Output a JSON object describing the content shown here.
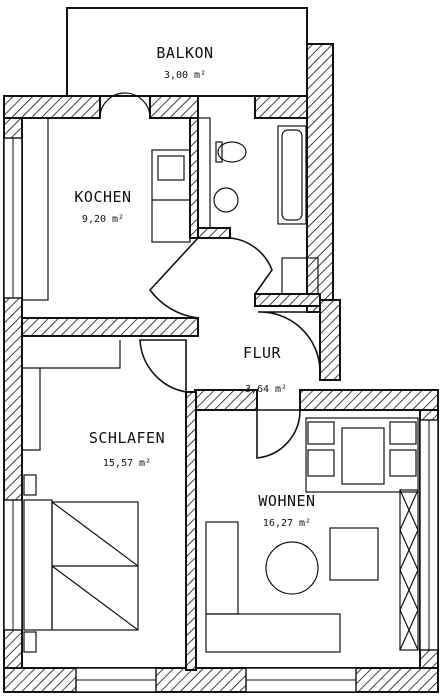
{
  "rooms": {
    "balkon": {
      "name": "BALKON",
      "area": "3,00 m²"
    },
    "kochen": {
      "name": "KOCHEN",
      "area": "9,20 m²"
    },
    "flur": {
      "name": "FLUR",
      "area": "3,64 m²"
    },
    "schlafen": {
      "name": "SCHLAFEN",
      "area": "15,57 m²"
    },
    "wohnen": {
      "name": "WOHNEN",
      "area": "16,27 m²"
    }
  }
}
